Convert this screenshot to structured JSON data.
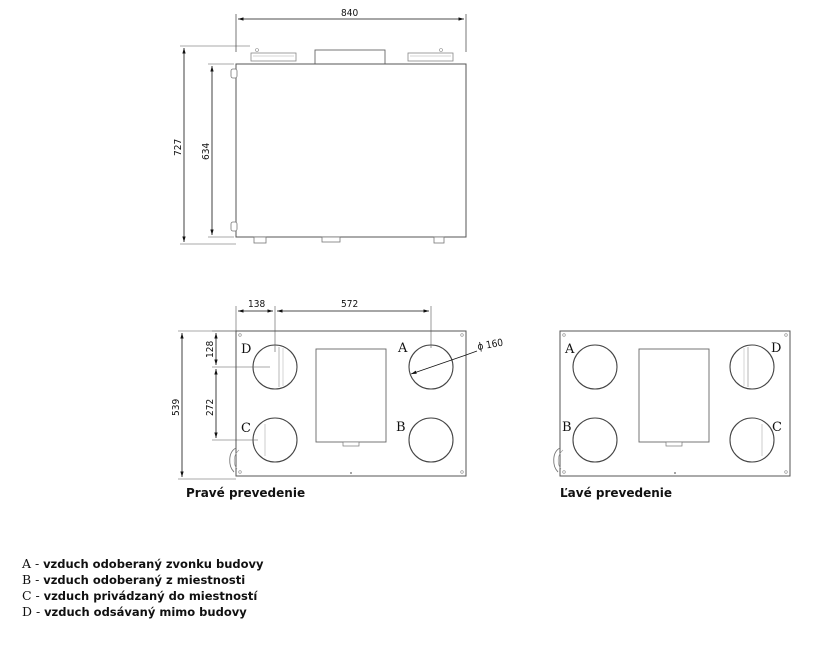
{
  "top_view": {
    "width_dim": "840",
    "height_total_dim": "727",
    "height_body_dim": "634"
  },
  "right_view": {
    "caption": "Pravé prevedenie",
    "dim_138": "138",
    "dim_572": "572",
    "dim_128": "128",
    "dim_272": "272",
    "dim_539": "539",
    "diameter": "ϕ 160",
    "ports": {
      "top_left": "D",
      "top_right": "A",
      "bottom_left": "C",
      "bottom_right": "B"
    }
  },
  "left_view": {
    "caption": "Ľavé prevedenie",
    "ports": {
      "top_left": "A",
      "top_right": "D",
      "bottom_left": "B",
      "bottom_right": "C"
    }
  },
  "legend": [
    {
      "key": "A -",
      "text": "vzduch odoberaný zvonku budovy"
    },
    {
      "key": "B -",
      "text": "vzduch odoberaný z miestnosti"
    },
    {
      "key": "C -",
      "text": "vzduch privádzaný do miestností"
    },
    {
      "key": "D -",
      "text": "vzduch odsávaný mimo budovy"
    }
  ]
}
